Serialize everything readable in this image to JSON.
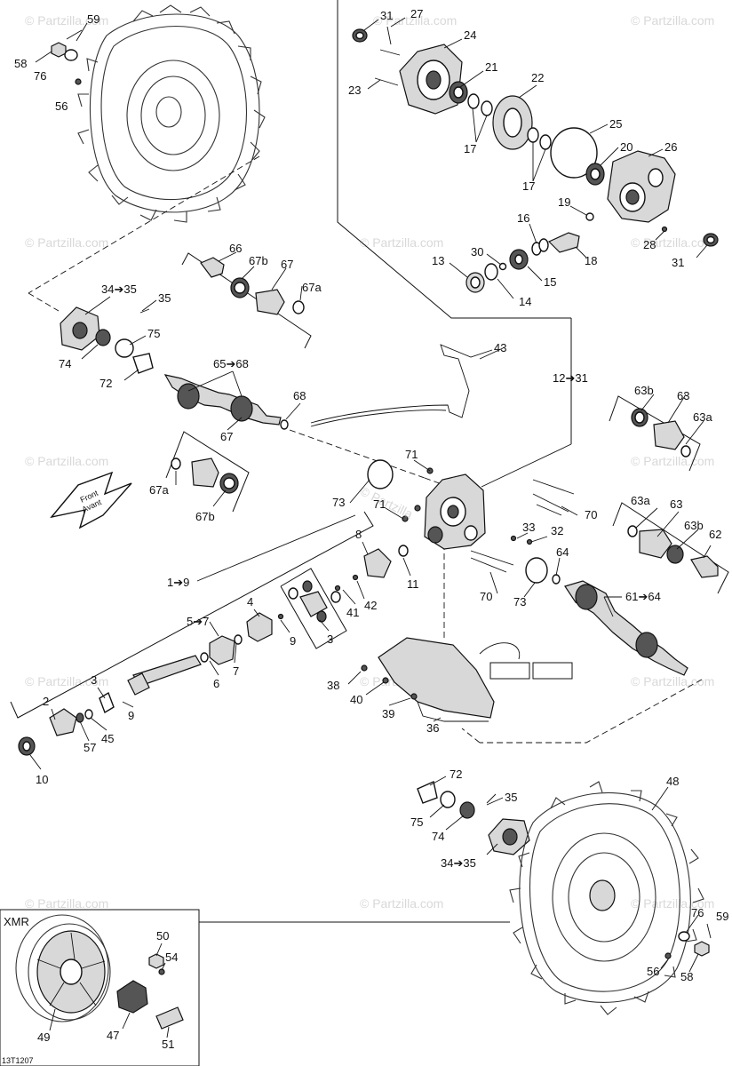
{
  "watermarks": [
    "© Partzilla.com",
    "© Partzilla.com",
    "© Partzilla.com",
    "© Partzilla.com",
    "© Partzilla.com",
    "© Partzilla.com",
    "© Partzilla.com",
    "© Partzilla.com",
    "© Partzilla.com",
    "© Partzilla.com",
    "© Partzilla.com",
    "© Partzilla.com",
    "© Partzilla.com",
    "© Partzilla.com"
  ],
  "center_watermark": "© Partzilla",
  "front_arrow": {
    "line1": "Front",
    "line2": "Avant"
  },
  "inset_title": "XMR",
  "figure_code": "13T1207",
  "callouts": {
    "c59_tl": "59",
    "c58_tl": "58",
    "c76_tl": "76",
    "c56_tl": "56",
    "c31_top": "31",
    "c27": "27",
    "c24": "24",
    "c21": "21",
    "c23": "23",
    "c22": "22",
    "c17a": "17",
    "c25": "25",
    "c20": "20",
    "c26": "26",
    "c17b": "17",
    "c19": "19",
    "c16": "16",
    "c28": "28",
    "c31_bot": "31",
    "c30": "30",
    "c13": "13",
    "c18": "18",
    "c15": "15",
    "c14": "14",
    "c66": "66",
    "c67b_a": "67b",
    "c67_a": "67",
    "c67a_a": "67a",
    "c34_35_a": "34➔35",
    "c35_a": "35",
    "c75_a": "75",
    "c74_a": "74",
    "c72_a": "72",
    "c65_68": "65➔68",
    "c68": "68",
    "c67_b": "67",
    "c67a_b": "67a",
    "c67b_b": "67b",
    "c43": "43",
    "c12_31": "12➔31",
    "c63b_a": "63b",
    "c63_a": "63",
    "c63a_a": "63a",
    "c71_a": "71",
    "c71_b": "71",
    "c73_a": "73",
    "c73_b": "73",
    "c70_a": "70",
    "c70_b": "70",
    "c33": "33",
    "c32": "32",
    "c64": "64",
    "c63a_b": "63a",
    "c63_b": "63",
    "c63b_b": "63b",
    "c62": "62",
    "c61_64": "61➔64",
    "c8": "8",
    "c11": "11",
    "c1_9": "1➔9",
    "c4": "4",
    "c5_7": "5➔7",
    "c41": "41",
    "c42": "42",
    "c9_a": "9",
    "c3_a": "3",
    "c7": "7",
    "c6": "6",
    "c3_b": "3",
    "c2": "2",
    "c9_b": "9",
    "c45": "45",
    "c57": "57",
    "c10": "10",
    "c38": "38",
    "c40": "40",
    "c39": "39",
    "c36": "36",
    "c72_b": "72",
    "c35_b": "35",
    "c75_b": "75",
    "c74_b": "74",
    "c34_35_b": "34➔35",
    "c48": "48",
    "c76_br": "76",
    "c59_br": "59",
    "c56_br": "56",
    "c58_br": "58",
    "c50": "50",
    "c54": "54",
    "c49": "49",
    "c47": "47",
    "c51": "51"
  }
}
